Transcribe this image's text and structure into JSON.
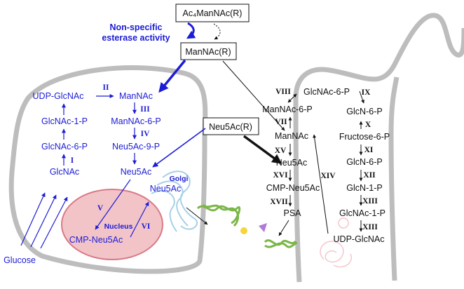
{
  "top_box": {
    "label": "Ac₄ManNAc(R)"
  },
  "esterase": {
    "line1": "Non-specific",
    "line2": "esterase activity"
  },
  "mannac_box": {
    "label": "ManNAc(R)"
  },
  "neu5ac_box": {
    "label": "Neu5Ac(R)"
  },
  "left_cell": {
    "udp_glcnac": "UDP-GlcNAc",
    "step_ii": "II",
    "mannac": "ManNAc",
    "step_iii": "III",
    "mannac_6p": "ManNAc-6-P",
    "step_iv": "IV",
    "neu5ac_9p": "Neu5Ac-9-P",
    "neu5ac": "Neu5Ac",
    "glcnac_1p": "GlcNAc-1-P",
    "glcnac_6p": "GlcNAc-6-P",
    "step_i": "I",
    "glcnac": "GlcNAc",
    "golgi": "Golgi",
    "golgi_neu5ac": "Neu5Ac",
    "step_v": "V",
    "nucleus": "Nucleus",
    "step_vi": "VI",
    "cmp_neu5ac": "CMP-Neu5Ac",
    "glucose": "Glucose"
  },
  "right_cell": {
    "step_viii": "VIII",
    "glcnac_6p": "GlcNAc-6-P",
    "step_ix": "IX",
    "mannac_6p": "ManNAc-6-P",
    "glcn_6p": "GlcN-6-P",
    "step_vii": "VII",
    "mannac": "ManNAc",
    "step_x": "X",
    "fructose_6p": "Fructose-6-P",
    "step_xv": "XV",
    "neu5ac": "Neu5Ac",
    "step_xi": "XI",
    "glcn_6p_2": "GlcN-6-P",
    "step_xvi": "XVI",
    "cmp_neu5ac": "CMP-Neu5Ac",
    "step_xiv": "XIV",
    "step_xii": "XII",
    "glcn_1p": "GlcN-1-P",
    "step_xvii": "XVII",
    "step_xiii": "XIII",
    "psa": "PSA",
    "glcnac_1p": "GlcNAc-1-P",
    "step_xiii_2": "XIII",
    "udp_glcnac": "UDP-GlcNAc"
  },
  "colors": {
    "pathway_blue": "#1c1cd6",
    "cell_membrane": "#bdbdbd",
    "nucleus_fill": "#f2c4c8",
    "nucleus_stroke": "#d97a86",
    "golgi": "#a8d0e6",
    "glycan_green": "#7ab648",
    "sialic_yellow": "#f5d53b",
    "fucose_purple": "#b07ad8"
  }
}
